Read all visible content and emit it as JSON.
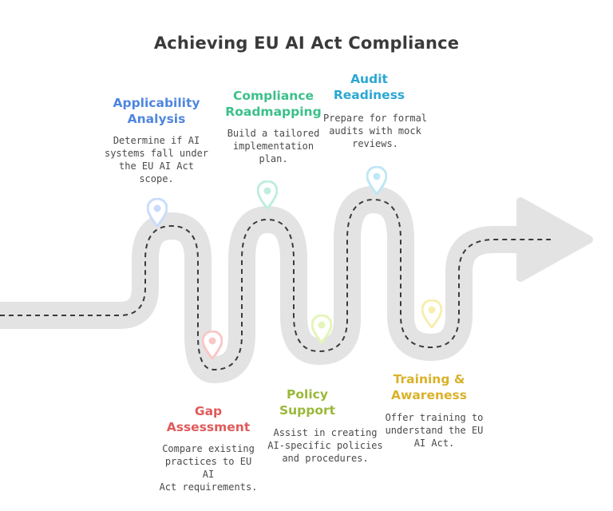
{
  "title": "Achieving EU AI Act Compliance",
  "steps": [
    {
      "title": "Applicability\nAnalysis",
      "description": "Determine if AI\nsystems fall under\nthe EU AI Act\nscope.",
      "color": "#4f86e0",
      "pin_color": "#c9dcfa"
    },
    {
      "title": "Gap\nAssessment",
      "description": "Compare existing\npractices to EU AI\nAct requirements.",
      "color": "#e05a5a",
      "pin_color": "#f8c7c7"
    },
    {
      "title": "Compliance\nRoadmapping",
      "description": "Build a tailored\nimplementation\nplan.",
      "color": "#3cc08a",
      "pin_color": "#bfeedd"
    },
    {
      "title": "Policy\nSupport",
      "description": "Assist in creating\nAI-specific policies\nand procedures.",
      "color": "#9ab83a",
      "pin_color": "#e3f5b8"
    },
    {
      "title": "Audit\nReadiness",
      "description": "Prepare for formal\naudits with mock\nreviews.",
      "color": "#2ba7d4",
      "pin_color": "#bfe7f5"
    },
    {
      "title": "Training &\nAwareness",
      "description": "Offer training to\nunderstand the EU\nAI Act.",
      "color": "#d9b22a",
      "pin_color": "#f7eeb0"
    }
  ]
}
